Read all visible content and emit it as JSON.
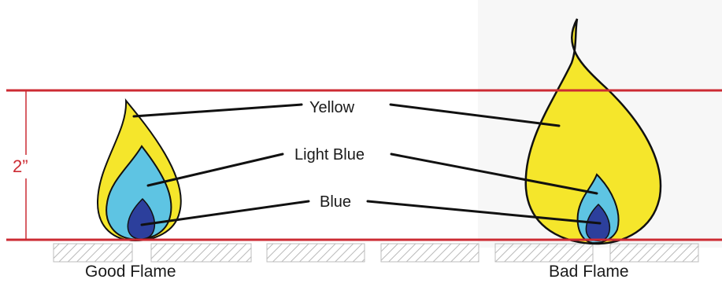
{
  "labels": {
    "good_flame": "Good Flame",
    "bad_flame": "Bad Flame",
    "yellow": "Yellow",
    "light_blue": "Light Blue",
    "blue": "Blue",
    "height": "2”"
  },
  "colors": {
    "yellow": "#f5e62b",
    "light_blue": "#5ec4e3",
    "blue": "#2c3f9c",
    "outline": "#111111",
    "reference_line": "#cc2b33",
    "burner_stripe": "#b9b9b9"
  }
}
